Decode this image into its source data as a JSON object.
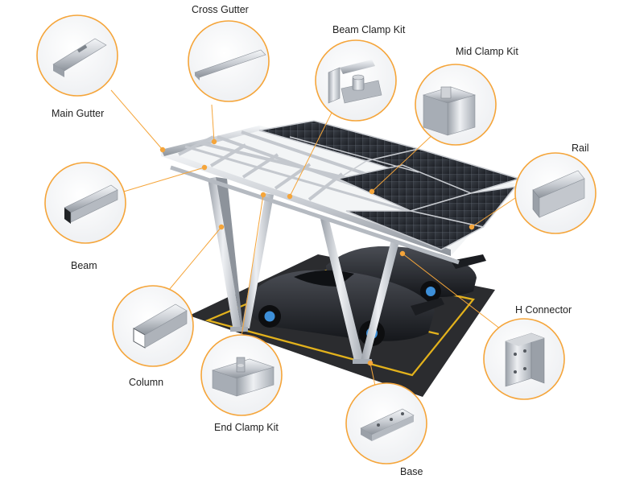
{
  "accent_color": "#f5a53a",
  "parts": [
    {
      "id": "main-gutter",
      "label": "Main Gutter",
      "icon": "main-gutter-profile-icon"
    },
    {
      "id": "cross-gutter",
      "label": "Cross Gutter",
      "icon": "cross-gutter-profile-icon"
    },
    {
      "id": "beam-clamp-kit",
      "label": "Beam Clamp Kit",
      "icon": "beam-clamp-kit-icon"
    },
    {
      "id": "mid-clamp-kit",
      "label": "Mid Clamp Kit",
      "icon": "mid-clamp-kit-icon"
    },
    {
      "id": "rail",
      "label": "Rail",
      "icon": "rail-profile-icon"
    },
    {
      "id": "beam",
      "label": "Beam",
      "icon": "beam-profile-icon"
    },
    {
      "id": "column",
      "label": "Column",
      "icon": "column-profile-icon"
    },
    {
      "id": "h-connector",
      "label": "H Connector",
      "icon": "h-connector-icon"
    },
    {
      "id": "end-clamp-kit",
      "label": "End Clamp Kit",
      "icon": "end-clamp-kit-icon"
    },
    {
      "id": "base",
      "label": "Base",
      "icon": "base-bracket-icon"
    }
  ]
}
